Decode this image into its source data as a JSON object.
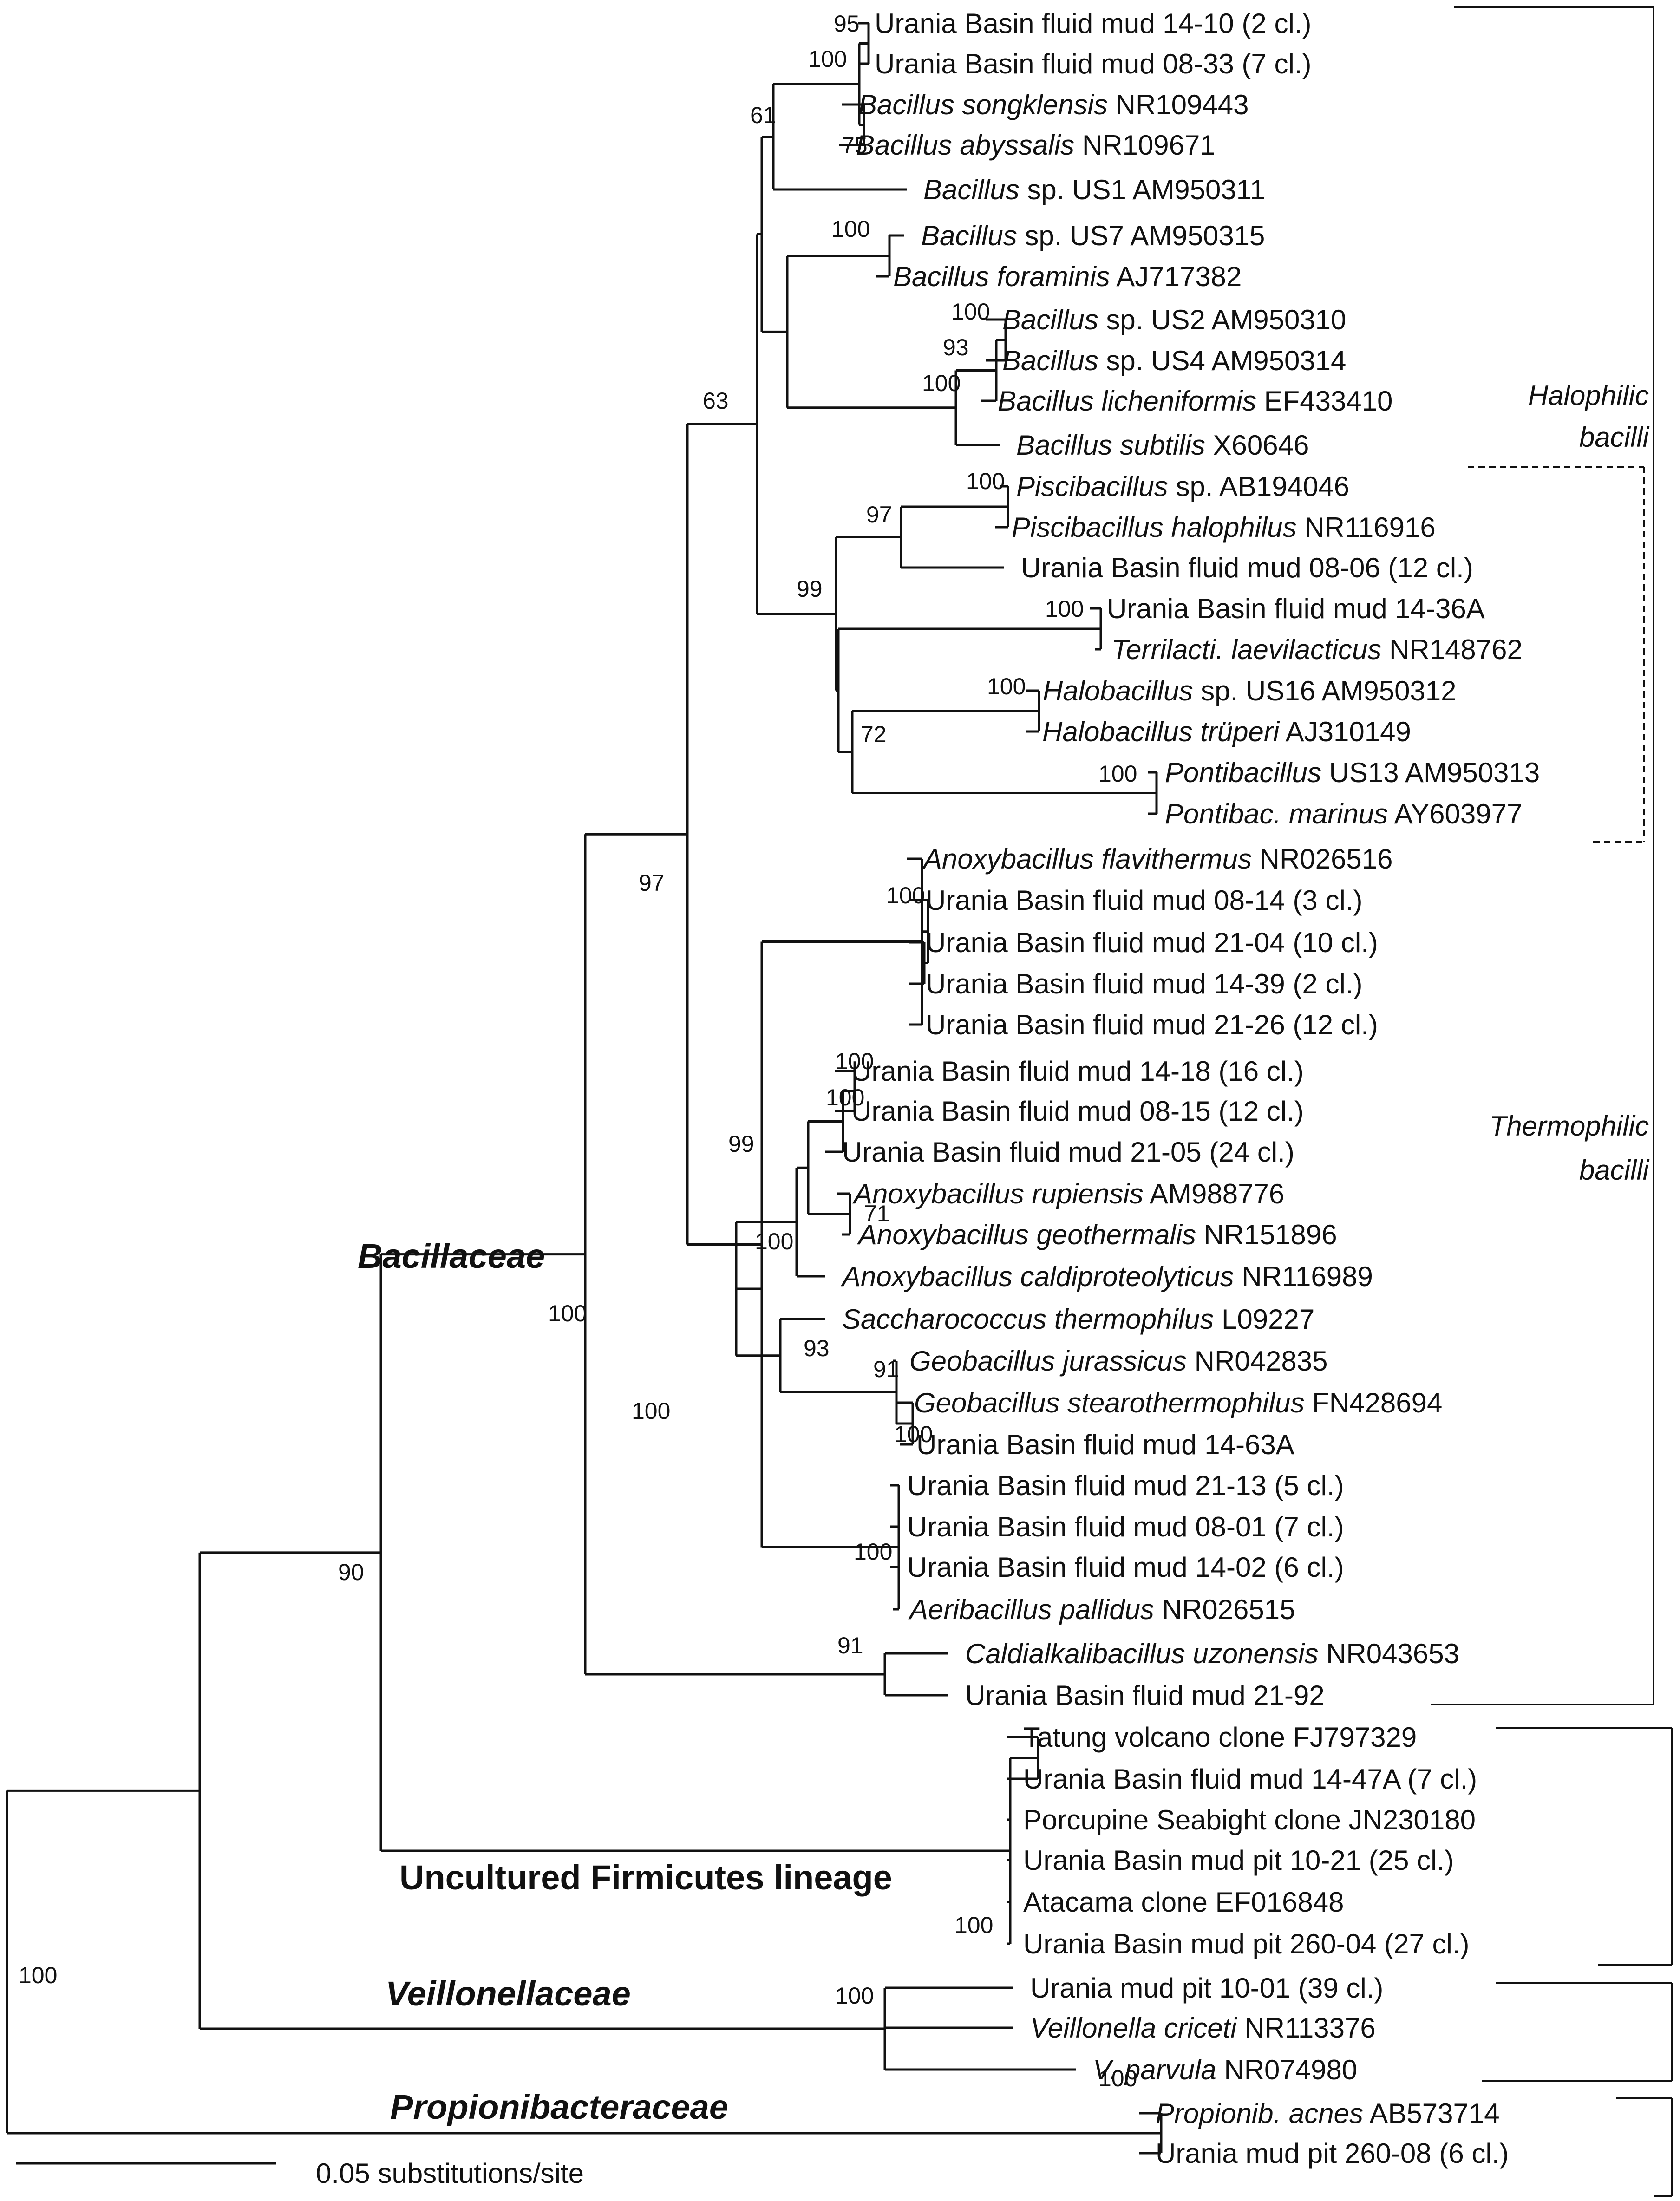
{
  "tips": [
    {
      "id": "t1",
      "parts": [
        {
          "t": "Urania Basin fluid mud 14-10 (2 cl.)",
          "i": false
        }
      ]
    },
    {
      "id": "t2",
      "parts": [
        {
          "t": "Urania Basin fluid mud 08-33 (7 cl.)",
          "i": false
        }
      ]
    },
    {
      "id": "t3",
      "parts": [
        {
          "t": "Bacillus songklensis",
          "i": true
        },
        {
          "t": " NR109443",
          "i": false
        }
      ]
    },
    {
      "id": "t4",
      "parts": [
        {
          "t": "Bacillus abyssalis",
          "i": true
        },
        {
          "t": " NR109671",
          "i": false
        }
      ]
    },
    {
      "id": "t5",
      "parts": [
        {
          "t": "Bacillus",
          "i": true
        },
        {
          "t": " sp. US1 AM950311",
          "i": false
        }
      ]
    },
    {
      "id": "t6",
      "parts": [
        {
          "t": "Bacillus",
          "i": true
        },
        {
          "t": " sp. US7 AM950315",
          "i": false
        }
      ]
    },
    {
      "id": "t7",
      "parts": [
        {
          "t": "Bacillus foraminis",
          "i": true
        },
        {
          "t": " AJ717382",
          "i": false
        }
      ]
    },
    {
      "id": "t8",
      "parts": [
        {
          "t": "Bacillus",
          "i": true
        },
        {
          "t": " sp. US2 AM950310",
          "i": false
        }
      ]
    },
    {
      "id": "t9",
      "parts": [
        {
          "t": "Bacillus",
          "i": true
        },
        {
          "t": " sp. US4 AM950314",
          "i": false
        }
      ]
    },
    {
      "id": "t10",
      "parts": [
        {
          "t": "Bacillus licheniformis",
          "i": true
        },
        {
          "t": " EF433410",
          "i": false
        }
      ]
    },
    {
      "id": "t11",
      "parts": [
        {
          "t": "Bacillus subtilis",
          "i": true
        },
        {
          "t": " X60646",
          "i": false
        }
      ]
    },
    {
      "id": "t12",
      "parts": [
        {
          "t": "Piscibacillus",
          "i": true
        },
        {
          "t": " sp. AB194046",
          "i": false
        }
      ]
    },
    {
      "id": "t13",
      "parts": [
        {
          "t": "Piscibacillus halophilus",
          "i": true
        },
        {
          "t": " NR116916",
          "i": false
        }
      ]
    },
    {
      "id": "t14",
      "parts": [
        {
          "t": "Urania Basin fluid mud 08-06 (12 cl.)",
          "i": false
        }
      ]
    },
    {
      "id": "t15",
      "parts": [
        {
          "t": "Urania Basin fluid mud 14-36A",
          "i": false
        }
      ]
    },
    {
      "id": "t16",
      "parts": [
        {
          "t": "Terrilacti. laevilacticus",
          "i": true
        },
        {
          "t": " NR148762",
          "i": false
        }
      ]
    },
    {
      "id": "t17",
      "parts": [
        {
          "t": "Halobacillus",
          "i": true
        },
        {
          "t": " sp. US16 AM950312",
          "i": false
        }
      ]
    },
    {
      "id": "t18",
      "parts": [
        {
          "t": "Halobacillus trüperi",
          "i": true
        },
        {
          "t": " AJ310149",
          "i": false
        }
      ]
    },
    {
      "id": "t19",
      "parts": [
        {
          "t": "Pontibacillus",
          "i": true
        },
        {
          "t": " US13 AM950313",
          "i": false
        }
      ]
    },
    {
      "id": "t20",
      "parts": [
        {
          "t": "Pontibac. marinus",
          "i": true
        },
        {
          "t": " AY603977",
          "i": false
        }
      ]
    },
    {
      "id": "t21",
      "parts": [
        {
          "t": "Anoxybacillus flavithermus",
          "i": true
        },
        {
          "t": " NR026516",
          "i": false
        }
      ]
    },
    {
      "id": "t22",
      "parts": [
        {
          "t": "Urania Basin fluid mud 08-14 (3 cl.)",
          "i": false
        }
      ]
    },
    {
      "id": "t23",
      "parts": [
        {
          "t": "Urania Basin fluid mud 21-04 (10 cl.)",
          "i": false
        }
      ]
    },
    {
      "id": "t24",
      "parts": [
        {
          "t": "Urania Basin fluid mud 14-39 (2 cl.)",
          "i": false
        }
      ]
    },
    {
      "id": "t25",
      "parts": [
        {
          "t": "Urania Basin fluid mud 21-26 (12 cl.)",
          "i": false
        }
      ]
    },
    {
      "id": "t26",
      "parts": [
        {
          "t": "Urania Basin fluid mud 14-18 (16 cl.)",
          "i": false
        }
      ]
    },
    {
      "id": "t27",
      "parts": [
        {
          "t": "Urania Basin fluid mud 08-15 (12 cl.)",
          "i": false
        }
      ]
    },
    {
      "id": "t28",
      "parts": [
        {
          "t": "Urania Basin fluid mud 21-05 (24 cl.)",
          "i": false
        }
      ]
    },
    {
      "id": "t29",
      "parts": [
        {
          "t": "Anoxybacillus rupiensis",
          "i": true
        },
        {
          "t": " AM988776",
          "i": false
        }
      ]
    },
    {
      "id": "t30",
      "parts": [
        {
          "t": "Anoxybacillus geothermalis",
          "i": true
        },
        {
          "t": " NR151896",
          "i": false
        }
      ]
    },
    {
      "id": "t31",
      "parts": [
        {
          "t": "Anoxybacillus caldiproteolyticus",
          "i": true
        },
        {
          "t": " NR116989",
          "i": false
        }
      ]
    },
    {
      "id": "t32",
      "parts": [
        {
          "t": "Saccharococcus  thermophilus",
          "i": true
        },
        {
          "t": " L09227",
          "i": false
        }
      ]
    },
    {
      "id": "t33",
      "parts": [
        {
          "t": "Geobacillus jurassicus",
          "i": true
        },
        {
          "t": " NR042835",
          "i": false
        }
      ]
    },
    {
      "id": "t34",
      "parts": [
        {
          "t": "Geobacillus stearothermophilus",
          "i": true
        },
        {
          "t": " FN428694",
          "i": false
        }
      ]
    },
    {
      "id": "t35",
      "parts": [
        {
          "t": "Urania Basin fluid mud 14-63A",
          "i": false
        }
      ]
    },
    {
      "id": "t36",
      "parts": [
        {
          "t": "Urania Basin fluid mud 21-13 (5 cl.)",
          "i": false
        }
      ]
    },
    {
      "id": "t37",
      "parts": [
        {
          "t": "Urania Basin fluid mud 08-01 (7 cl.)",
          "i": false
        }
      ]
    },
    {
      "id": "t38",
      "parts": [
        {
          "t": "Urania Basin fluid mud 14-02 (6 cl.)",
          "i": false
        }
      ]
    },
    {
      "id": "t39",
      "parts": [
        {
          "t": "Aeribacillus pallidus",
          "i": true
        },
        {
          "t": " NR026515",
          "i": false
        }
      ]
    },
    {
      "id": "t40",
      "parts": [
        {
          "t": "Caldialkalibacillus uzonensis",
          "i": true
        },
        {
          "t": " NR043653",
          "i": false
        }
      ]
    },
    {
      "id": "t41",
      "parts": [
        {
          "t": "Urania Basin fluid mud 21-92",
          "i": false
        }
      ]
    },
    {
      "id": "t42",
      "parts": [
        {
          "t": "Tatung volcano clone FJ797329",
          "i": false
        }
      ]
    },
    {
      "id": "t43",
      "parts": [
        {
          "t": "Urania Basin fluid mud 14-47A (7 cl.)",
          "i": false
        }
      ]
    },
    {
      "id": "t44",
      "parts": [
        {
          "t": "Porcupine Seabight clone JN230180",
          "i": false
        }
      ]
    },
    {
      "id": "t45",
      "parts": [
        {
          "t": "Urania Basin mud pit 10-21 (25 cl.)",
          "i": false
        }
      ]
    },
    {
      "id": "t46",
      "parts": [
        {
          "t": "Atacama clone EF016848",
          "i": false
        }
      ]
    },
    {
      "id": "t47",
      "parts": [
        {
          "t": "Urania Basin mud pit 260-04 (27 cl.)",
          "i": false
        }
      ]
    },
    {
      "id": "t48",
      "parts": [
        {
          "t": "Urania mud pit 10-01 (39 cl.)",
          "i": false
        }
      ]
    },
    {
      "id": "t49",
      "parts": [
        {
          "t": "Veillonella criceti",
          "i": true
        },
        {
          "t": " NR113376",
          "i": false
        }
      ]
    },
    {
      "id": "t50",
      "parts": [
        {
          "t": "V. parvula",
          "i": true
        },
        {
          "t": " NR074980",
          "i": false
        }
      ]
    },
    {
      "id": "t51",
      "parts": [
        {
          "t": "Propionib. acnes",
          "i": true
        },
        {
          "t": " AB573714",
          "i": false
        }
      ]
    },
    {
      "id": "t52",
      "parts": [
        {
          "t": "Urania mud pit 260-08 (6 cl.)",
          "i": false
        }
      ]
    }
  ],
  "bootstraps": [
    "95",
    "100",
    "75",
    "61",
    "100",
    "100",
    "93",
    "100",
    "63",
    "100",
    "97",
    "99",
    "100",
    "100",
    "72",
    "100",
    "100",
    "100",
    "100",
    "99",
    "71",
    "100",
    "93",
    "91",
    "100",
    "97",
    "100",
    "91",
    "100",
    "100",
    "90",
    "100",
    "100",
    "100",
    "100"
  ],
  "groups": {
    "bacillaceae": "Bacillaceae",
    "firmicutes": "Uncultured Firmicutes lineage",
    "veillonellaceae": "Veillonellaceae",
    "propionibacteraceae": "Propionibacteraceae"
  },
  "clades": {
    "halophilic_1": "Halophilic",
    "halophilic_2": "bacilli",
    "thermophilic_1": "Thermophilic",
    "thermophilic_2": "bacilli"
  },
  "scale_bar": {
    "label": "0.05 substitutions/site",
    "value": 0.05
  }
}
